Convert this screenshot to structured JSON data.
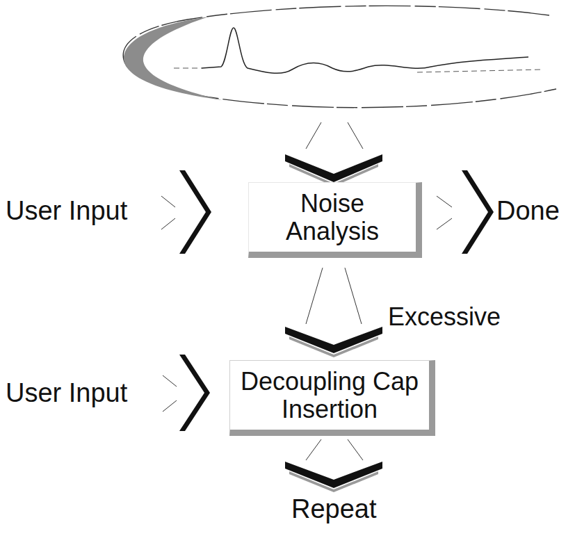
{
  "diagram": {
    "nodes": [
      {
        "text": [
          "Noise Analysis"
        ]
      },
      {
        "text": [
          "Decoupling Cap Insertion"
        ]
      }
    ],
    "edges": [
      {
        "from": 0,
        "to": 1,
        "arrow": "to",
        "label": "Excessive"
      }
    ],
    "labels": [
      "User Input",
      "Done",
      "User Input",
      "Repeat"
    ]
  }
}
